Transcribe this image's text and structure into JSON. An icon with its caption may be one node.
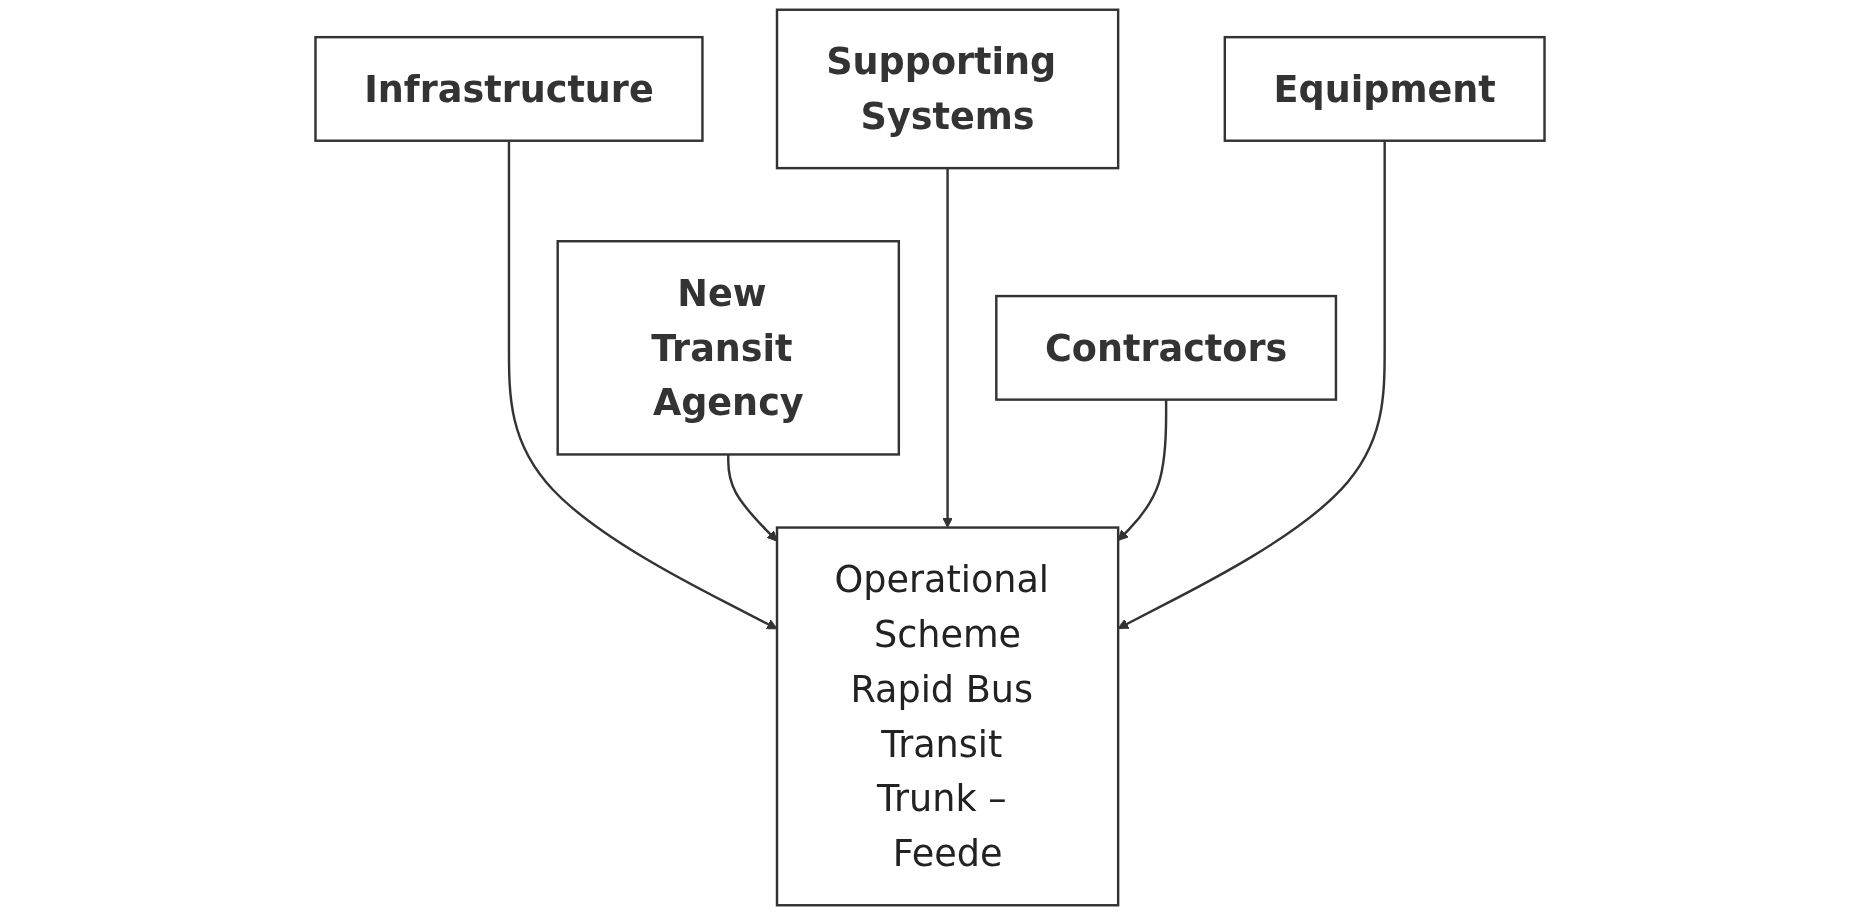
{
  "diagram": {
    "nodes": [
      {
        "text": [
          "Infrastructure"
        ]
      },
      {
        "text": [
          "Supporting Systems"
        ]
      },
      {
        "text": [
          "Equipment"
        ]
      },
      {
        "text": [
          "New Transit Agency"
        ]
      },
      {
        "text": [
          "Contractors"
        ]
      },
      {
        "text": [
          "Operational Scheme",
          "Rapid Bus Transit Trunk – Feede"
        ]
      }
    ],
    "edges": [
      {
        "from": 0,
        "to": 5,
        "arrow": "to"
      },
      {
        "from": 3,
        "to": 5,
        "arrow": "to"
      },
      {
        "from": 1,
        "to": 5,
        "arrow": "to"
      },
      {
        "from": 4,
        "to": 5,
        "arrow": "to"
      },
      {
        "from": 2,
        "to": 5,
        "arrow": "to"
      }
    ]
  }
}
